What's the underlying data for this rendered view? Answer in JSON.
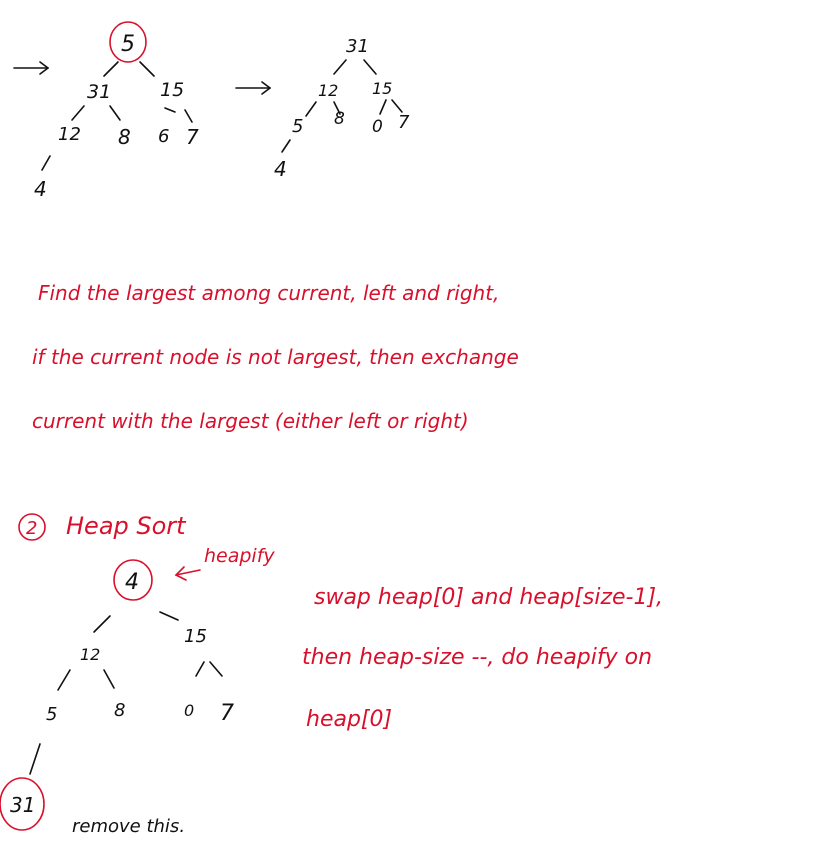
{
  "colors": {
    "pen_black": "#111111",
    "pen_red": "#d8102b",
    "paper": "#ffffff"
  },
  "tree_before": {
    "root": "5",
    "n31": "31",
    "n15": "15",
    "n12": "12",
    "n8": "8",
    "n6": "6",
    "n7": "7",
    "n4": "4"
  },
  "tree_after": {
    "root": "31",
    "n12": "12",
    "n15": "15",
    "n5": "5",
    "n8": "8",
    "n0": "0",
    "n7": "7",
    "n4": "4"
  },
  "heapify_notes": {
    "line1": "Find the largest among current, left and right,",
    "line2": "if the current node is not largest, then exchange",
    "line3": "current with the largest (either left or right)"
  },
  "section2": {
    "marker": "2",
    "title": "Heap Sort",
    "heapify_label": "heapify"
  },
  "tree_sort": {
    "root": "4",
    "n12": "12",
    "n15": "15",
    "n5": "5",
    "n8": "8",
    "n0": "0",
    "n7": "7",
    "n31": "31"
  },
  "sort_notes": {
    "line1": "swap heap[0] and heap[size-1],",
    "line2": "then heap-size --, do heapify on",
    "line3": "heap[0]"
  },
  "remove_note": "remove this."
}
